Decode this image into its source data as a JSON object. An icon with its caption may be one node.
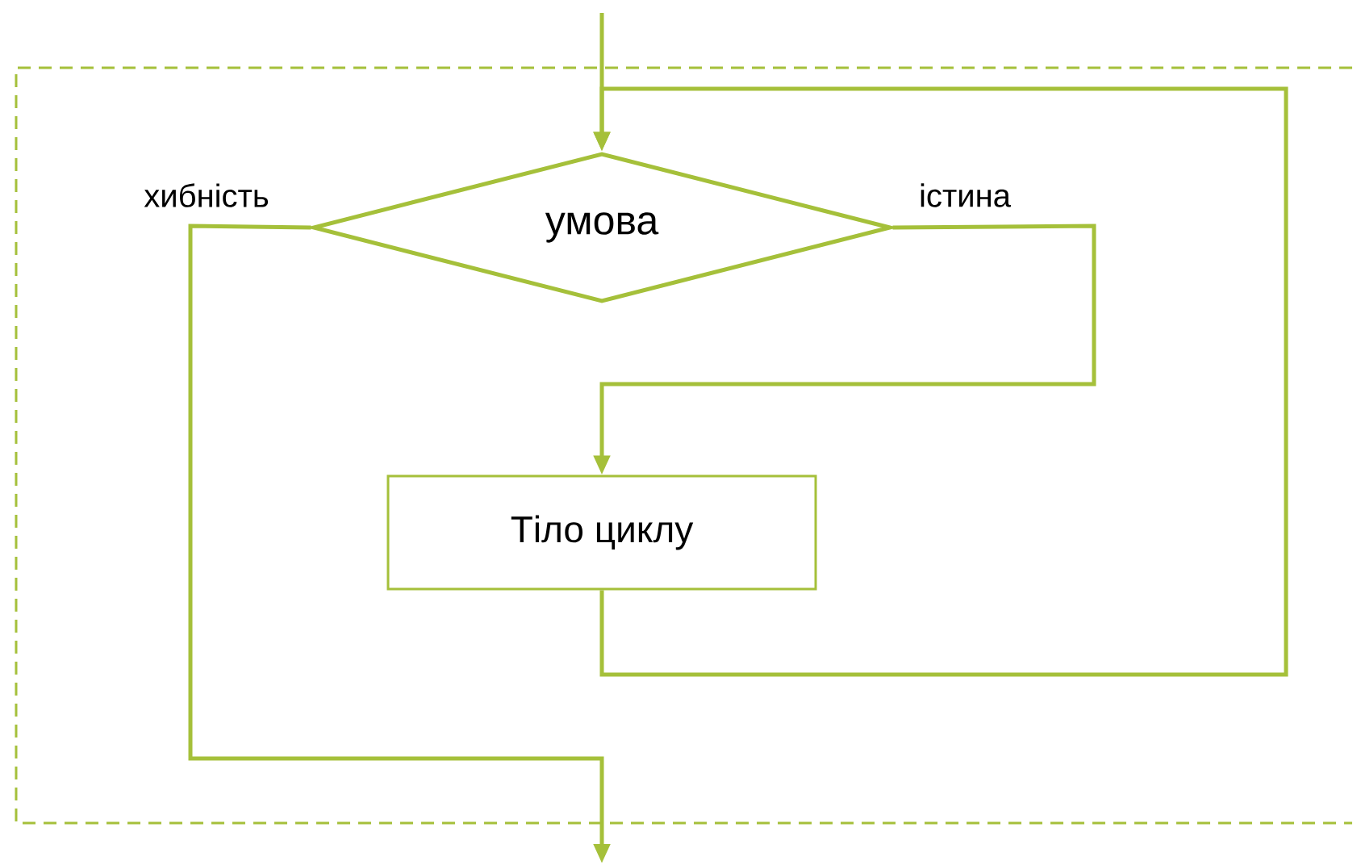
{
  "diagram": {
    "nodes": [
      {
        "text": [],
        "shape": "box"
      },
      {
        "text": [
          "умова"
        ],
        "in": 0
      },
      {
        "text": [
          "Тіло циклу"
        ],
        "in": 0
      }
    ],
    "edges": [
      {
        "from": null,
        "to": 1,
        "arrow": "to"
      },
      {
        "from": 1,
        "to": 2,
        "arrow": "to",
        "label": "істина"
      },
      {
        "from": 2,
        "to": 1,
        "arrow": "to"
      },
      {
        "from": 1,
        "to": null,
        "arrow": "to",
        "label": "хибність"
      }
    ]
  }
}
